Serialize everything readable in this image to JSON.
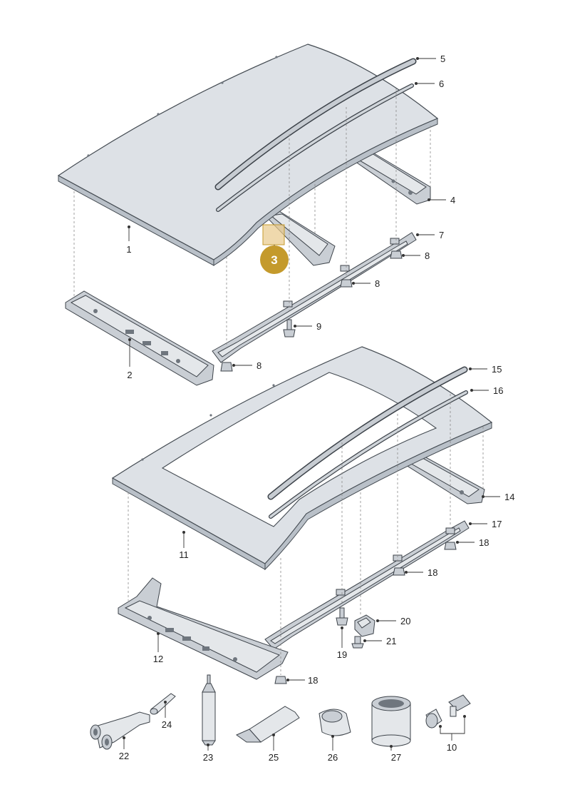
{
  "badge": {
    "label": "3",
    "color": "#c49a2c"
  },
  "callouts": {
    "c1": "1",
    "c2": "2",
    "c4": "4",
    "c5": "5",
    "c6": "6",
    "c7": "7",
    "c8a": "8",
    "c8b": "8",
    "c8c": "8",
    "c9": "9",
    "c10": "10",
    "c11": "11",
    "c12": "12",
    "c14": "14",
    "c15": "15",
    "c16": "16",
    "c17": "17",
    "c18a": "18",
    "c18b": "18",
    "c18c": "18",
    "c19": "19",
    "c20": "20",
    "c21": "21",
    "c22": "22",
    "c23": "23",
    "c24": "24",
    "c25": "25",
    "c26": "26",
    "c27": "27"
  },
  "colors": {
    "panel": "#dde1e6",
    "outline": "#444b52",
    "highlight": "#e8c98a"
  }
}
